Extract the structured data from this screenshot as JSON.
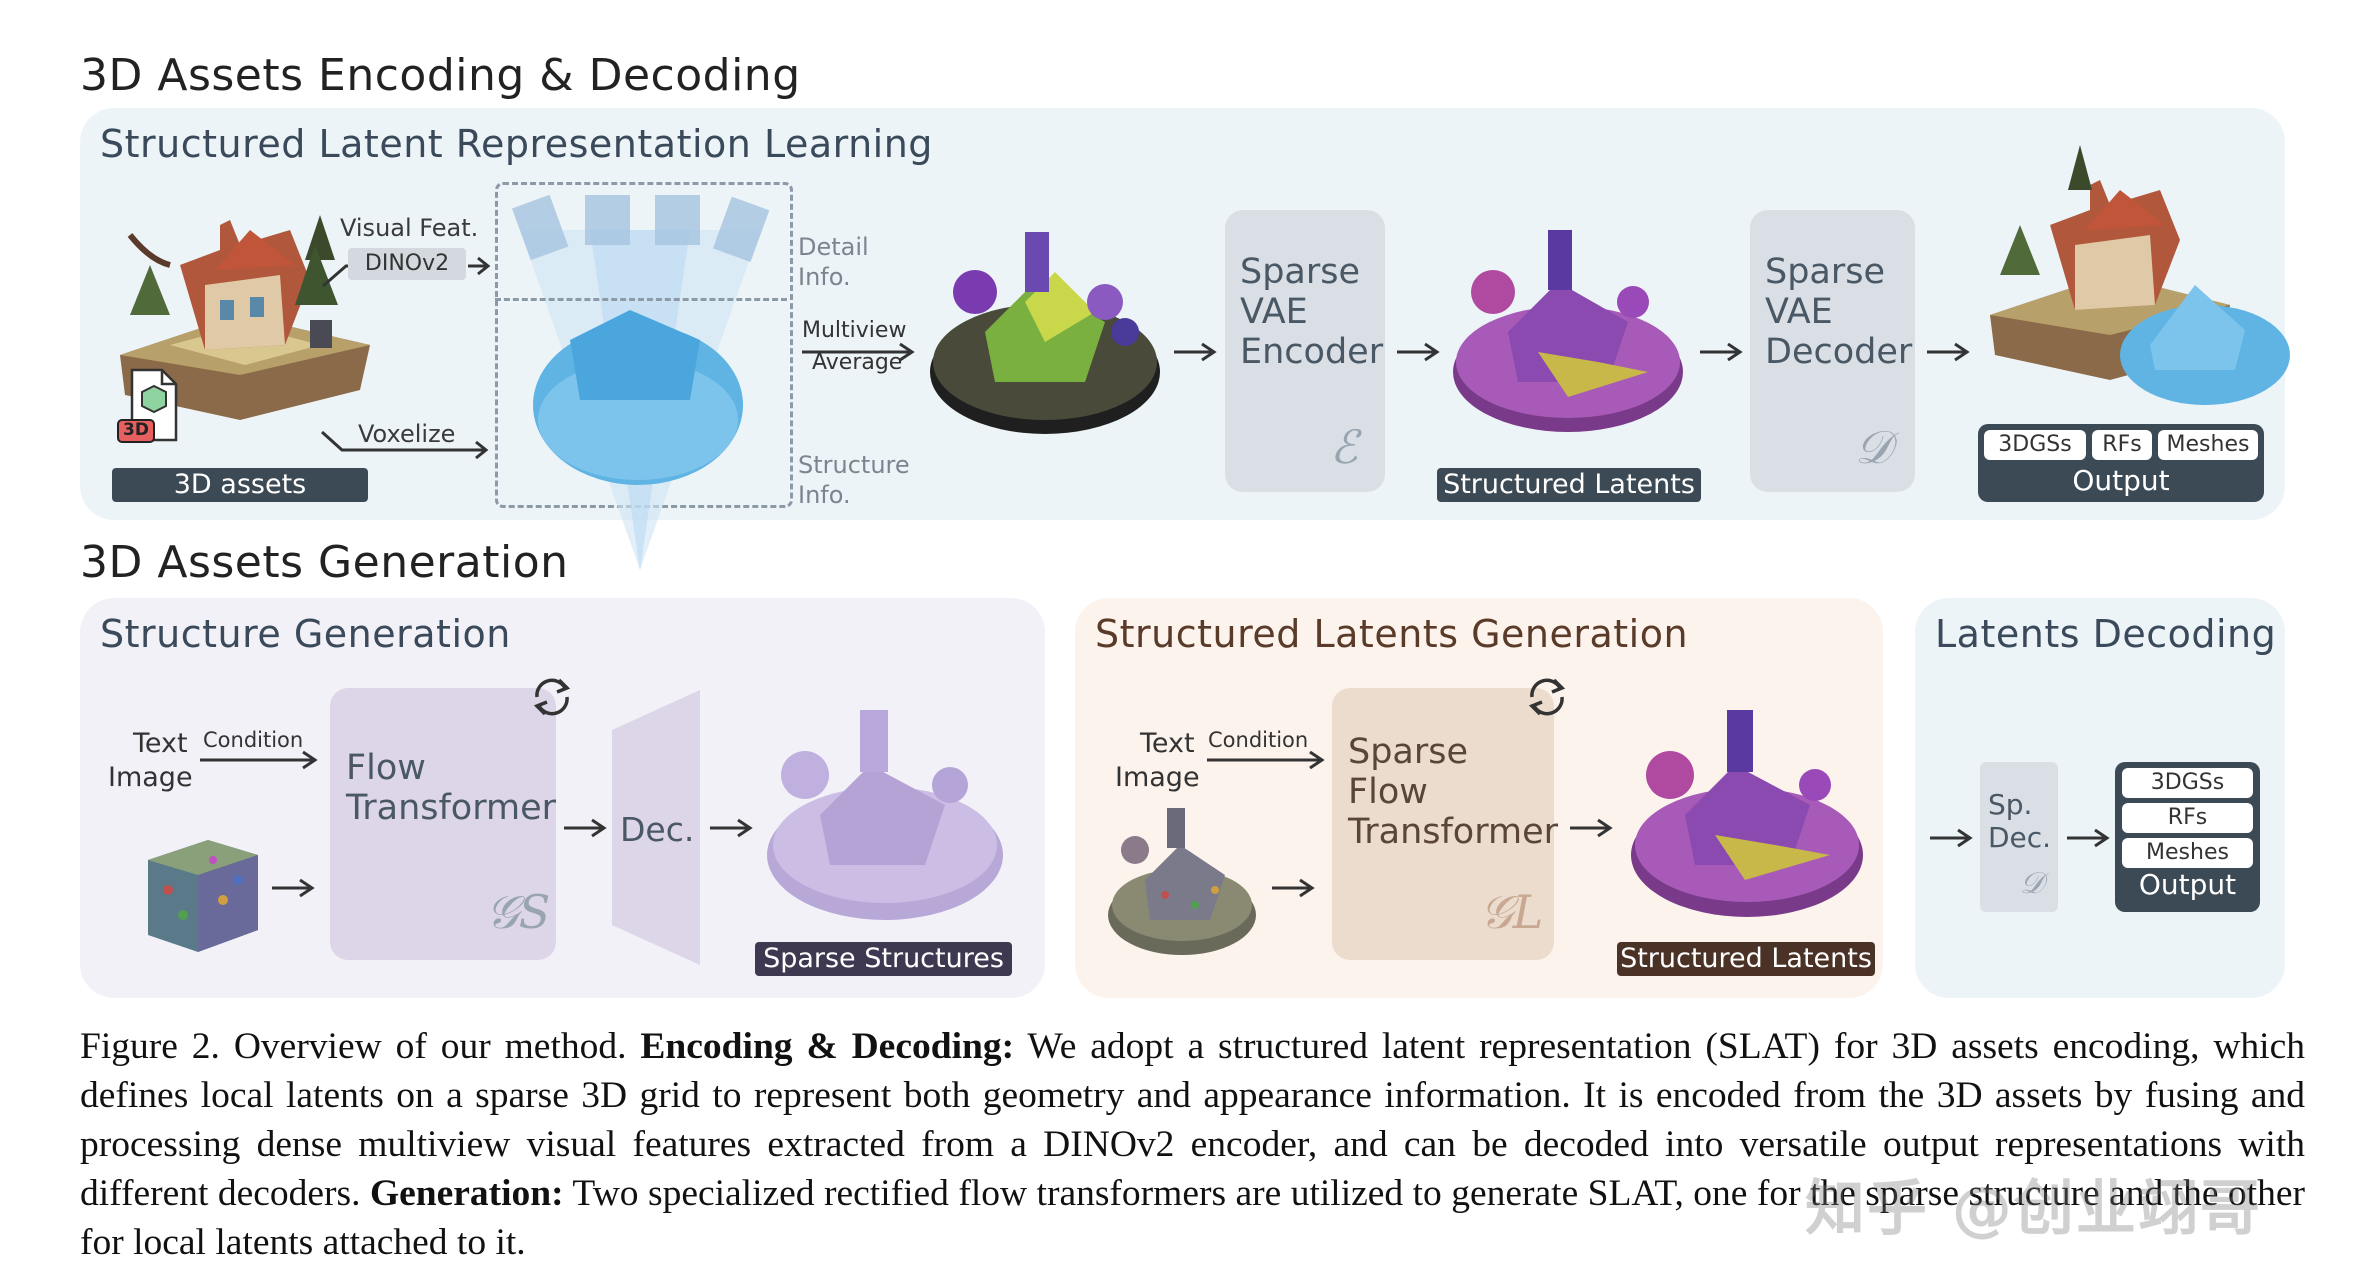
{
  "section1_title": "3D Assets Encoding & Decoding",
  "panel_srl_title": "Structured Latent Representation Learning",
  "visual_feat_label": "Visual Feat.",
  "dinov2_label": "DINOv2",
  "voxelize_label": "Voxelize",
  "assets_tag": "3D assets",
  "file_badge": "3D",
  "detail_info": "Detail Info.",
  "structure_info": "Structure Info.",
  "multiview_label": "Multiview",
  "average_label": "Average",
  "encoder_label": "Sparse VAE Encoder",
  "encoder_symbol": "ℰ",
  "decoder_label": "Sparse VAE Decoder",
  "decoder_symbol": "𝒟",
  "structured_latents_tag": "Structured Latents",
  "output_formats": [
    "3DGSs",
    "RFs",
    "Meshes"
  ],
  "output_label": "Output",
  "section2_title": "3D Assets Generation",
  "panel_sg_title": "Structure Generation",
  "text_label": "Text",
  "image_label": "Image",
  "condition_label": "Condition",
  "flow_transformer_label": "Flow Transformer",
  "gs_symbol": "𝒢S",
  "dec_label": "Dec.",
  "sparse_structures_tag": "Sparse Structures",
  "panel_slg_title": "Structured Latents Generation",
  "sparse_flow_label": "Sparse Flow Transformer",
  "gl_symbol": "𝒢L",
  "panel_ld_title": "Latents Decoding",
  "spdec_label": "Sp. Dec.",
  "spdec_symbol": "𝒟",
  "caption": {
    "prefix": "Figure 2. Overview of our method. ",
    "bold1": "Encoding & Decoding:",
    "text1": " We adopt a structured latent representation (SLAT) for 3D assets encoding, which defines local latents on a sparse 3D grid to represent both geometry and appearance information. It is encoded from the 3D assets by fusing and processing dense multiview visual features extracted from a DINOv2 encoder, and can be decoded into versatile output representations with different decoders. ",
    "bold2": "Generation:",
    "text2": " Two specialized rectified flow transformers are utilized to generate SLAT, one for the sparse structure and the other for local latents attached to it."
  },
  "watermark": "知乎 @创业翊哥",
  "colors": {
    "panel_blue": "#edf4f8",
    "panel_purple": "#f3f1f8",
    "panel_peach": "#fcf3ec",
    "box_gray": "#d9dfe4",
    "box_purple": "#dcd6e8",
    "box_peach": "#ecdccd",
    "tag_dark": "#3c4a55",
    "tag_purple": "#3e3950",
    "tag_brown": "#4a3326"
  }
}
